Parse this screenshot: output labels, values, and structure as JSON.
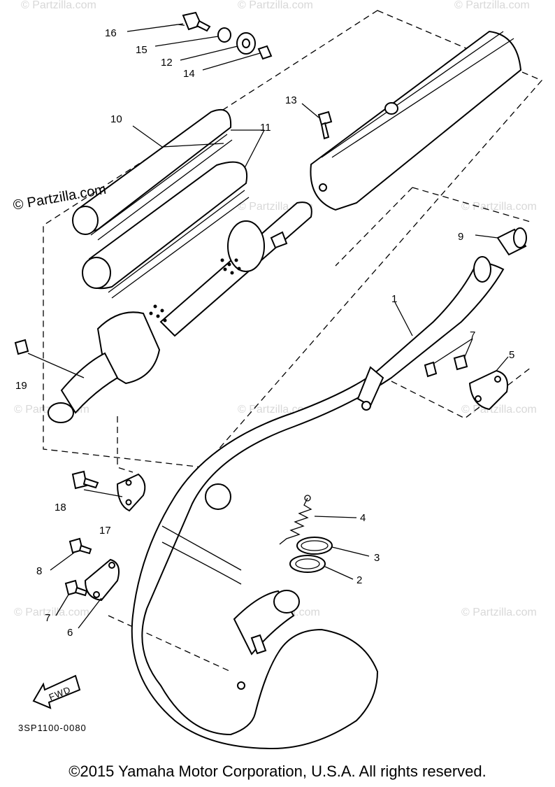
{
  "watermark": {
    "main": "© Partzilla.com",
    "faint": "© Partzilla.com"
  },
  "callouts": [
    "1",
    "2",
    "3",
    "4",
    "5",
    "6",
    "7",
    "7",
    "8",
    "9",
    "10",
    "11",
    "12",
    "13",
    "14",
    "15",
    "16",
    "17",
    "18",
    "19"
  ],
  "drawing_code": "3SP1100-0080",
  "fwd_label": "FWD",
  "copyright": "©2015 Yamaha Motor Corporation, U.S.A. All rights reserved."
}
